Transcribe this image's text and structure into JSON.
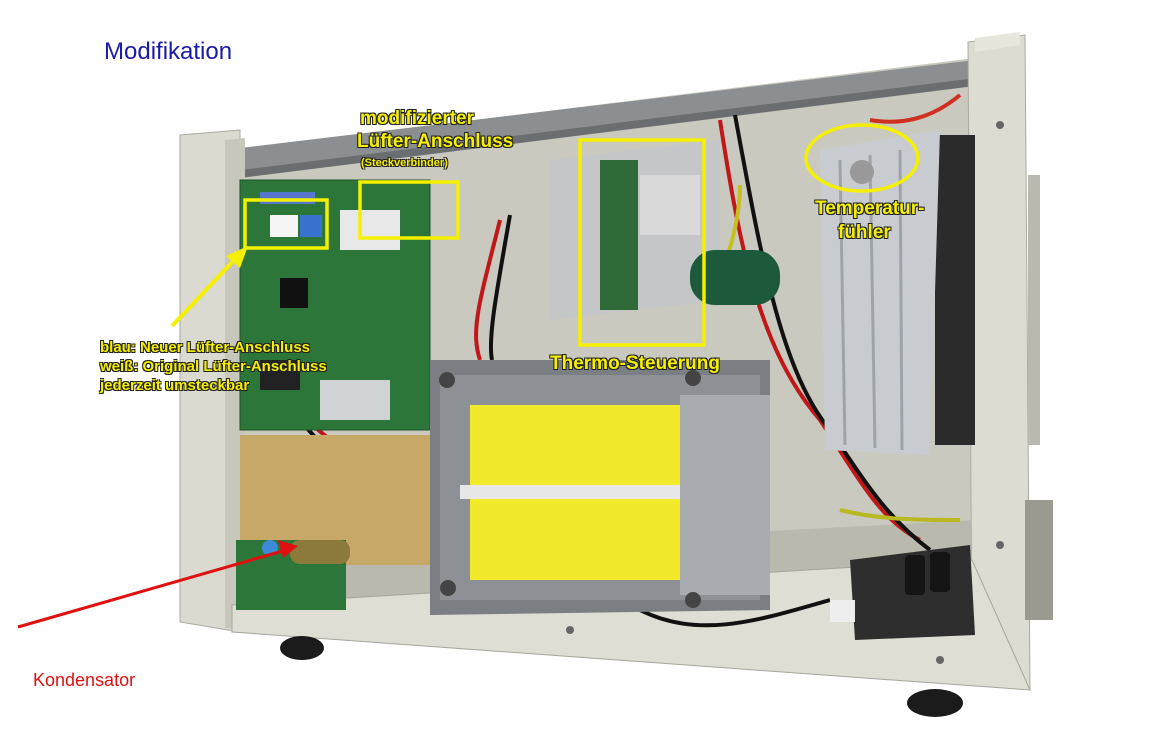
{
  "title": "Modifikation",
  "labels": {
    "modified_connector_line1": "modifizierter",
    "modified_connector_line2": "Lüfter-Anschluss",
    "modified_connector_line3": "(Steckverbinder)",
    "temperature_sensor_line1": "Temperatur-",
    "temperature_sensor_line2": "fühler",
    "thermo_control": "Thermo-Steuerung",
    "fan_note_line1": "blau: Neuer Lüfter-Anschluss",
    "fan_note_line2": "weiß: Original Lüfter-Anschluss",
    "fan_note_line3": "jederzeit umsteckbar",
    "capacitor": "Kondensator"
  },
  "colors": {
    "title": "#1a1aa8",
    "annotation": "#f5f000",
    "arrow_red": "#e01010",
    "arrow_yellow": "#f5f000",
    "case": "#dcdcd2",
    "pcb": "#2e7a3a",
    "transformer_tape": "#f2ec2a"
  }
}
